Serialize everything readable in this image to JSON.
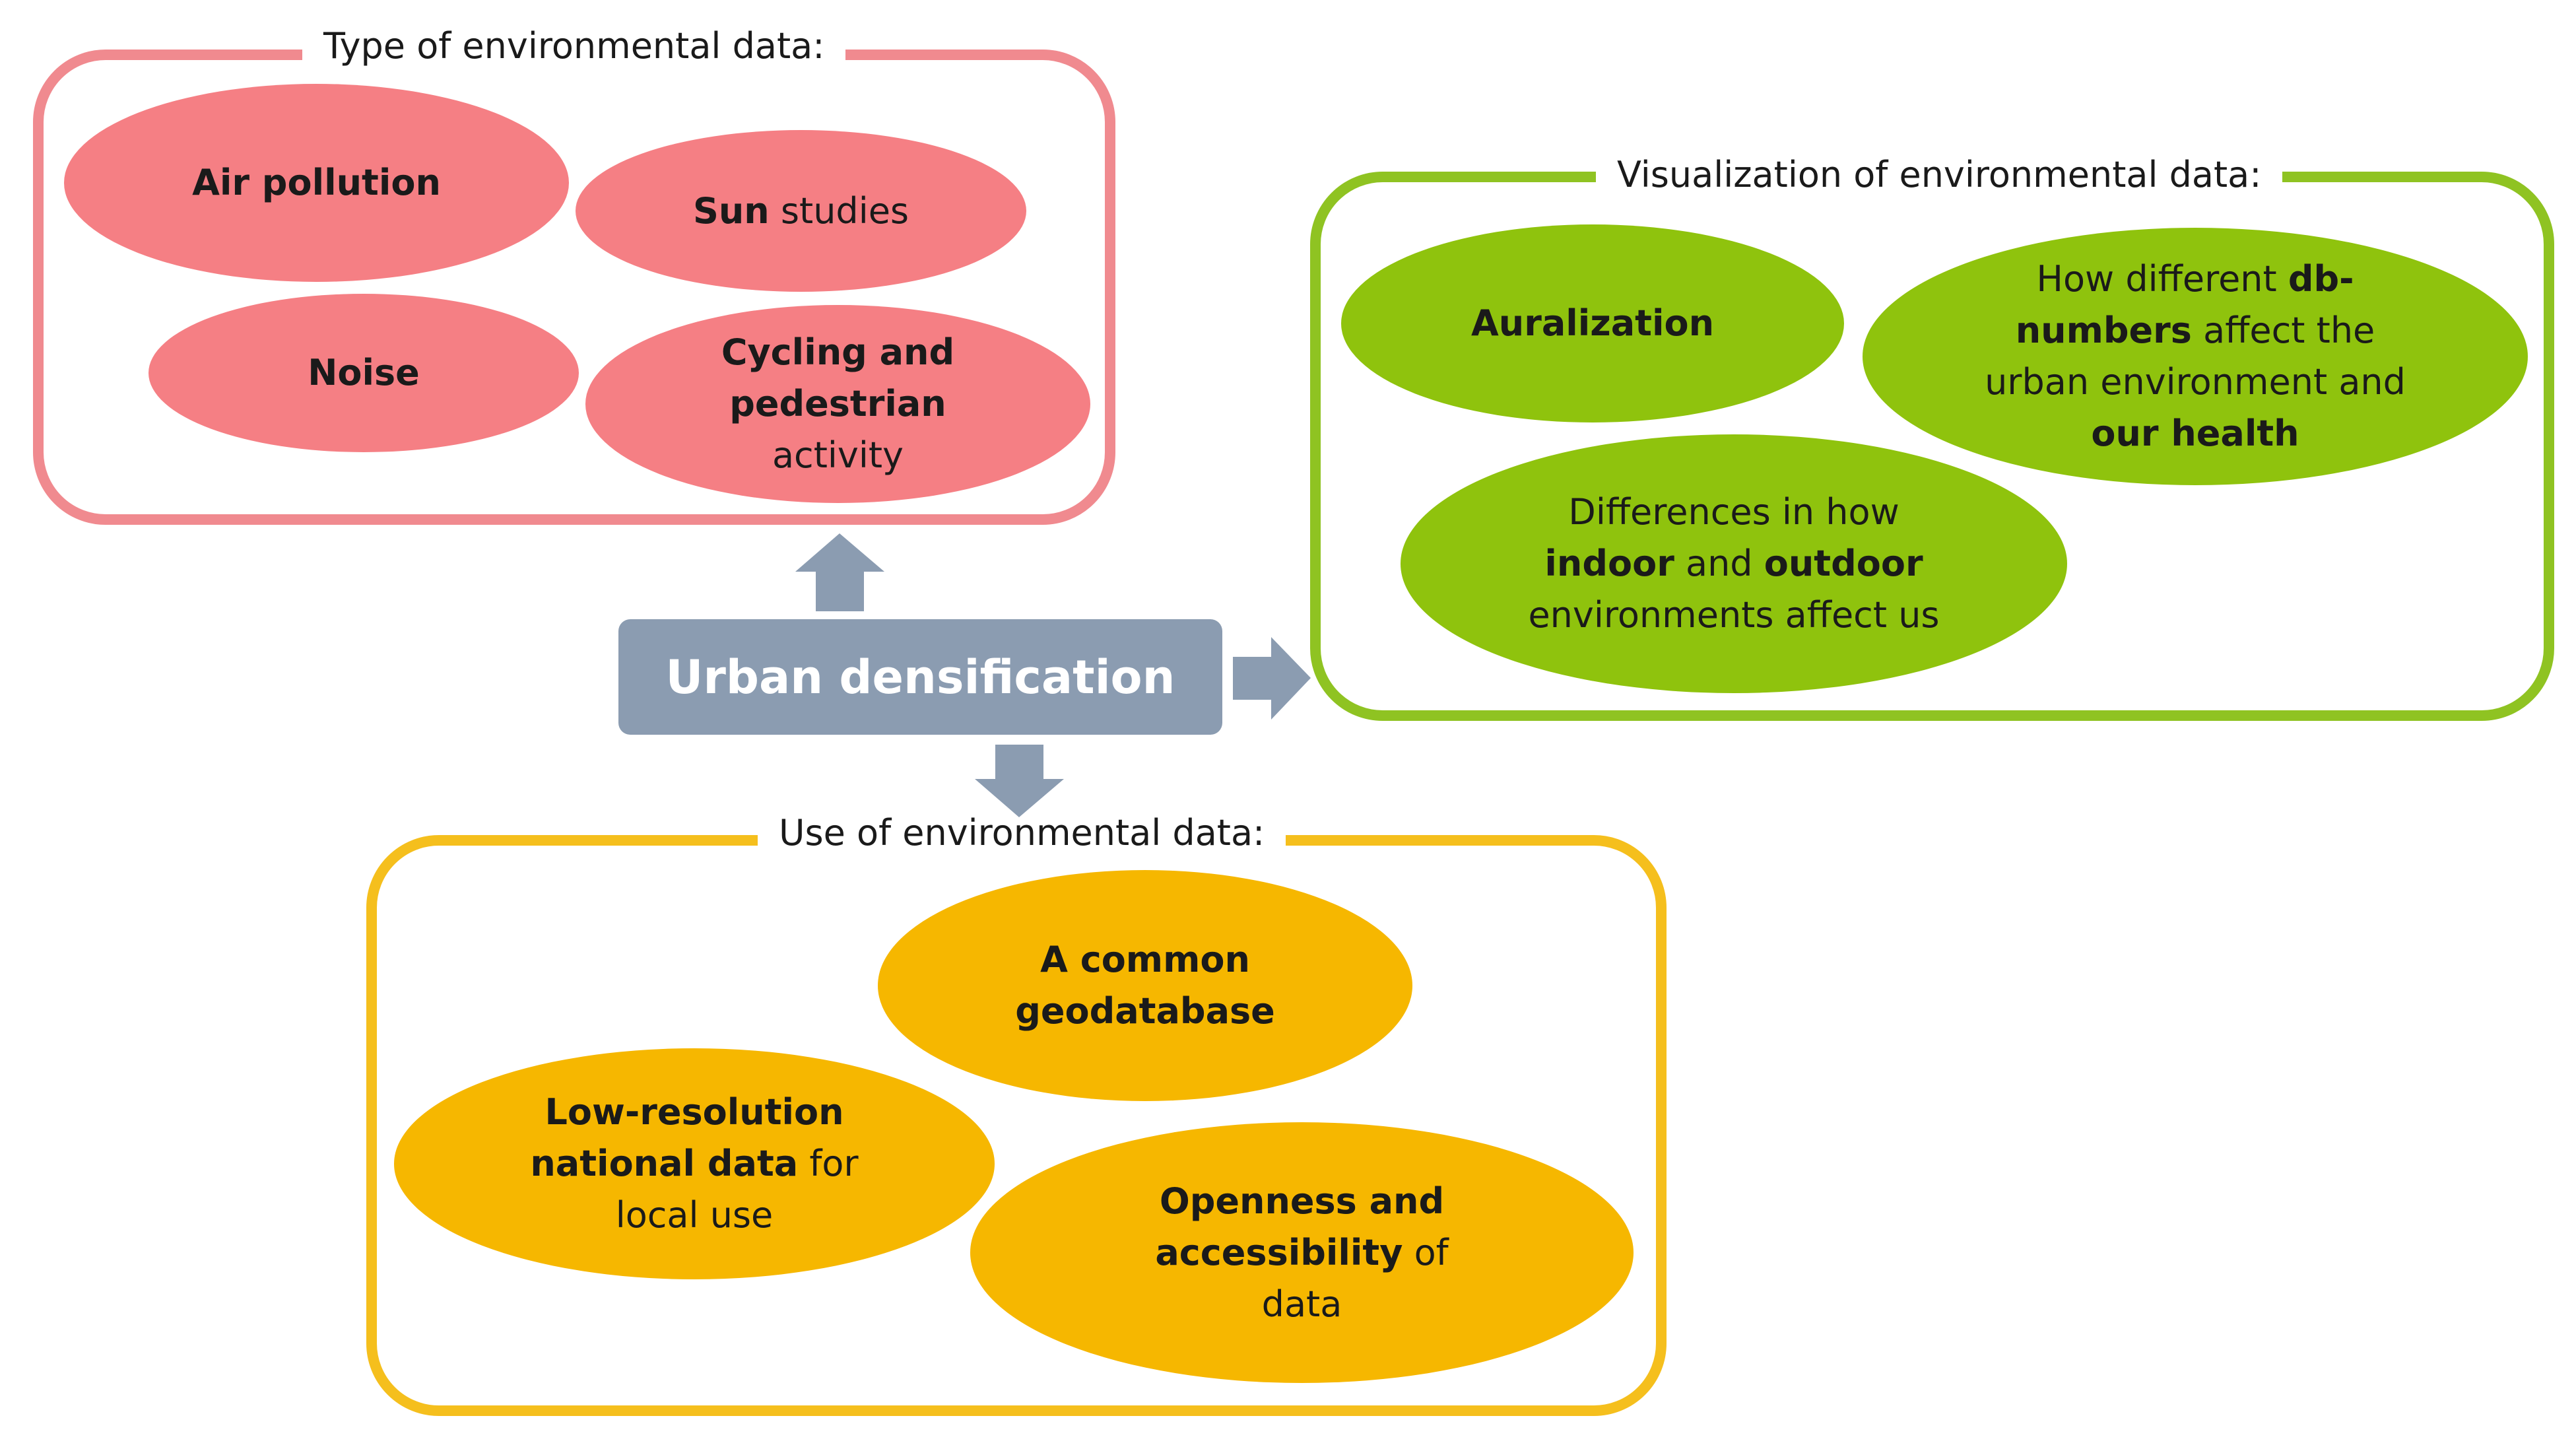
{
  "hub": {
    "label": "Urban densification",
    "color": "#8b9cb1"
  },
  "groups": {
    "type": {
      "title": "Type of environmental data:",
      "border_color": "#f08a8f",
      "items": [
        {
          "bold": "Air pollution",
          "rest": ""
        },
        {
          "bold": "Sun",
          "rest": " studies"
        },
        {
          "bold": "Noise",
          "rest": ""
        },
        {
          "bold": "Cycling and pedestrian",
          "rest": " activity"
        }
      ]
    },
    "visualization": {
      "title": "Visualization of environmental data:",
      "border_color": "#8fc322",
      "items": [
        {
          "text": "Auralization"
        },
        {
          "pre": "How different ",
          "bold1": "db-numbers",
          "mid": " affect the urban environment and ",
          "bold2": "our health"
        },
        {
          "pre": "Differences in how ",
          "bold1": "indoor",
          "mid": " and ",
          "bold2": "outdoor",
          "post": " environments affect us"
        }
      ]
    },
    "use": {
      "title": "Use of environmental data:",
      "border_color": "#f5bf1d",
      "items": [
        {
          "bold": "A common geodatabase",
          "rest": ""
        },
        {
          "bold": "Low-resolution national data",
          "rest": " for local use"
        },
        {
          "bold": "Openness and accessibility",
          "rest": " of data"
        }
      ]
    }
  },
  "icons": [
    "arrow-up-icon",
    "arrow-right-icon",
    "arrow-down-icon"
  ]
}
